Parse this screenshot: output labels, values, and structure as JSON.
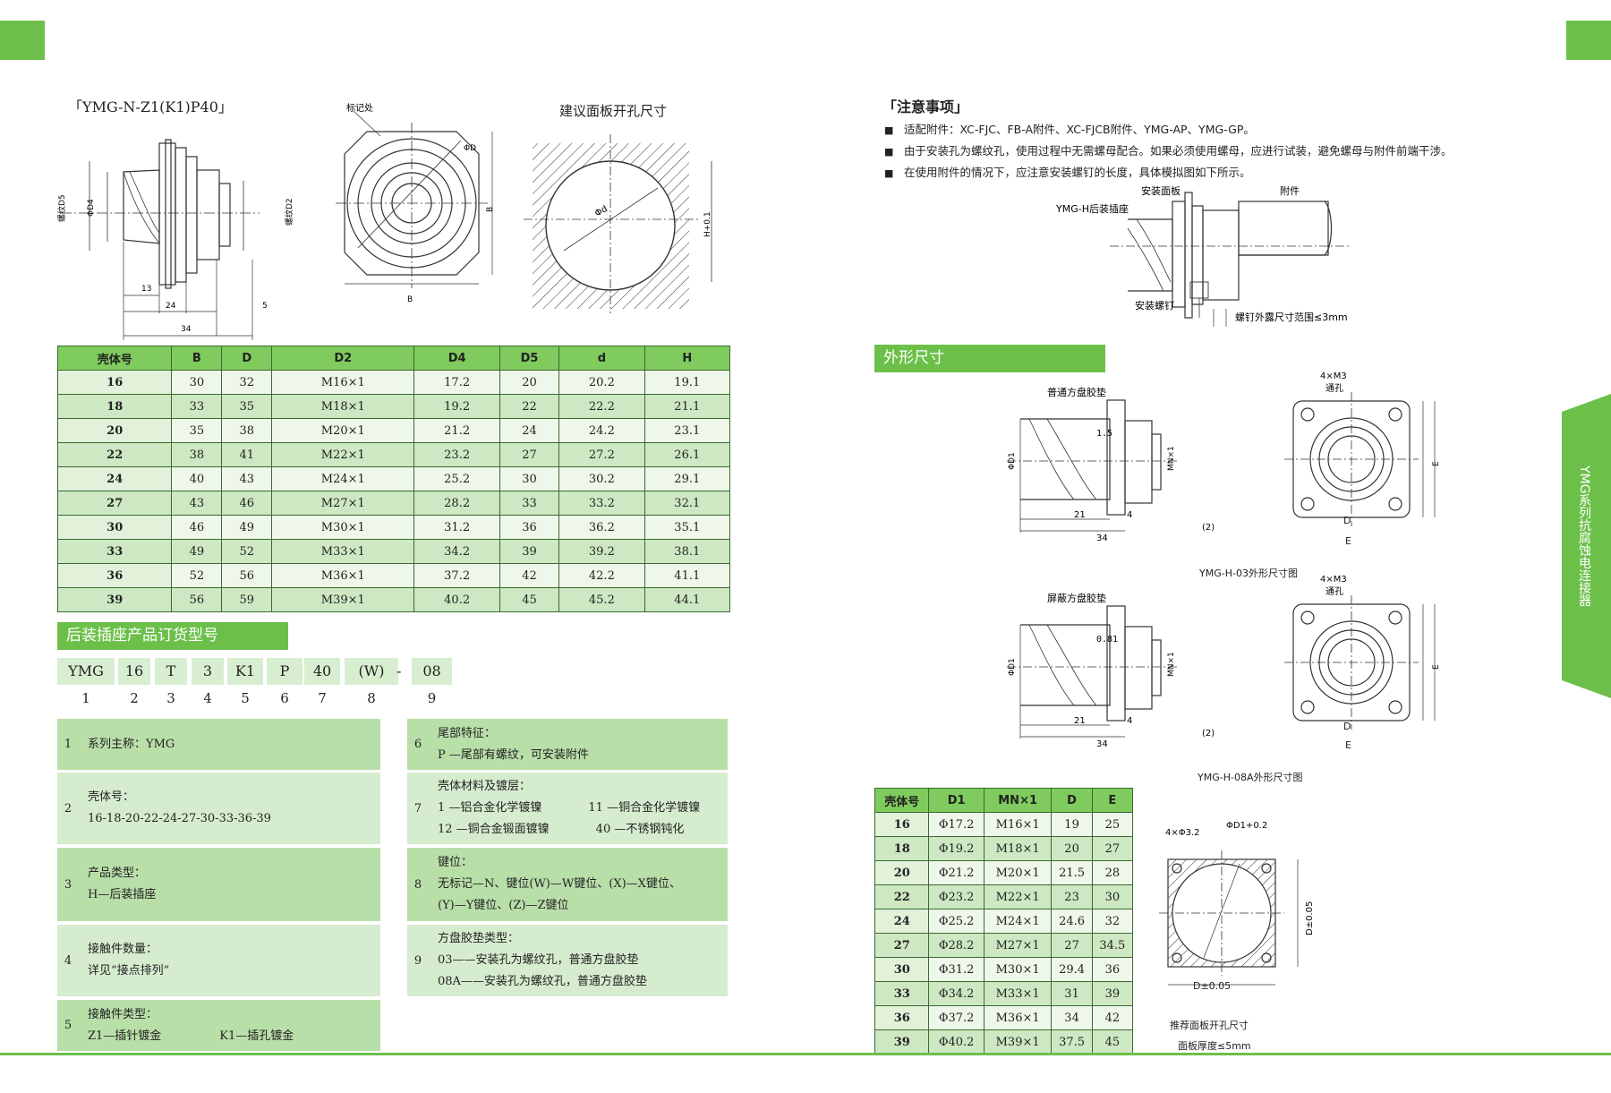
{
  "left": {
    "title": "「YMG-N-Z1(K1)P40」",
    "panel_title": "建议面板开孔尺寸",
    "drawing_labels": {
      "mark": "标记处",
      "phi_d": "ΦD",
      "thread_d5": "螺纹D5",
      "phi_d4": "ΦD4",
      "thread_d2": "螺纹D2",
      "dim13": "13",
      "dim24": "24",
      "dim5": "5",
      "dim34": "34",
      "dimB1": "B",
      "dimB2": "B",
      "phid": "Φd",
      "h_tol": "H+0.1"
    },
    "table": {
      "headers": [
        "壳体号",
        "B",
        "D",
        "D2",
        "D4",
        "D5",
        "d",
        "H"
      ],
      "rows": [
        [
          "16",
          "30",
          "32",
          "M16×1",
          "17.2",
          "20",
          "20.2",
          "19.1"
        ],
        [
          "18",
          "33",
          "35",
          "M18×1",
          "19.2",
          "22",
          "22.2",
          "21.1"
        ],
        [
          "20",
          "35",
          "38",
          "M20×1",
          "21.2",
          "24",
          "24.2",
          "23.1"
        ],
        [
          "22",
          "38",
          "41",
          "M22×1",
          "23.2",
          "27",
          "27.2",
          "26.1"
        ],
        [
          "24",
          "40",
          "43",
          "M24×1",
          "25.2",
          "30",
          "30.2",
          "29.1"
        ],
        [
          "27",
          "43",
          "46",
          "M27×1",
          "28.2",
          "33",
          "33.2",
          "32.1"
        ],
        [
          "30",
          "46",
          "49",
          "M30×1",
          "31.2",
          "36",
          "36.2",
          "35.1"
        ],
        [
          "33",
          "49",
          "52",
          "M33×1",
          "34.2",
          "39",
          "39.2",
          "38.1"
        ],
        [
          "36",
          "52",
          "56",
          "M36×1",
          "37.2",
          "42",
          "42.2",
          "41.1"
        ],
        [
          "39",
          "56",
          "59",
          "M39×1",
          "40.2",
          "45",
          "45.2",
          "44.1"
        ]
      ]
    },
    "order_title": "后装插座产品订货型号",
    "code": {
      "parts": [
        "YMG",
        "16",
        "T",
        "3",
        "K1",
        "P",
        "40",
        "(W)",
        "08"
      ],
      "dash": "-",
      "nums": [
        "1",
        "2",
        "3",
        "4",
        "5",
        "6",
        "7",
        "8",
        "9"
      ]
    },
    "specs_left": [
      {
        "num": "1",
        "lines": [
          "系列主称：YMG"
        ]
      },
      {
        "num": "2",
        "lines": [
          "壳体号：",
          "16-18-20-22-24-27-30-33-36-39"
        ]
      },
      {
        "num": "3",
        "lines": [
          "产品类型：",
          "H—后装插座"
        ]
      },
      {
        "num": "4",
        "lines": [
          "接触件数量：",
          "详见“接点排列”"
        ]
      },
      {
        "num": "5",
        "lines": [
          "接触件类型：",
          "Z1—插针镀金　　　　　K1—插孔镀金"
        ]
      }
    ],
    "specs_right": [
      {
        "num": "6",
        "lines": [
          "尾部特征：",
          "P —尾部有螺纹，可安装附件"
        ]
      },
      {
        "num": "7",
        "lines": [
          "壳体材料及镀层：",
          "1 —铝合金化学镀镍　　　　11 —铜合金化学镀镍",
          "12 —铜合金锻面镀镍　　　　40 —不锈钢钝化"
        ]
      },
      {
        "num": "8",
        "lines": [
          "键位：",
          "无标记—N、键位(W)—W键位、(X)—X键位、",
          "(Y)—Y键位、(Z)—Z键位"
        ]
      },
      {
        "num": "9",
        "lines": [
          "方盘胶垫类型：",
          "03——安装孔为螺纹孔，普通方盘胶垫",
          "08A——安装孔为螺纹孔，普通方盘胶垫"
        ]
      }
    ]
  },
  "right": {
    "notice_title": "「注意事项」",
    "notices": [
      "适配附件：XC-FJC、FB-A附件、XC-FJCB附件、YMG-AP、YMG-GP。",
      "由于安装孔为螺纹孔，使用过程中无需螺母配合。如果必须使用螺母，应进行试装，避免螺母与附件前端干涉。",
      "在使用附件的情况下，应注意安装螺钉的长度，具体模拟图如下所示。"
    ],
    "assembly_labels": {
      "socket": "YMG-H后装插座",
      "panel": "安装面板",
      "accessory": "附件",
      "screw": "安装螺钉",
      "exposure": "螺钉外露尺寸范围≤3mm"
    },
    "dims_title": "外形尺寸",
    "fig1": {
      "gasket": "普通方盘胶垫",
      "holes": "4×M3",
      "through": "通孔",
      "d1": "ΦD1",
      "dim15": "1.5",
      "mn": "MN×1",
      "d21": "21",
      "d4": "4",
      "d34": "34",
      "d2": "(2)",
      "D": "D",
      "E": "E",
      "E2": "E",
      "caption": "YMG-H-03外形尺寸图"
    },
    "fig2": {
      "gasket": "屏蔽方盘胶垫",
      "holes": "4×M3",
      "through": "通孔",
      "d1": "ΦD1",
      "dim081": "0.81",
      "mn": "MN×1",
      "d21": "21",
      "d4": "4",
      "d34": "34",
      "d2": "(2)",
      "D": "D",
      "E": "E",
      "E2": "E",
      "caption": "YMG-H-08A外形尺寸图"
    },
    "table": {
      "headers": [
        "壳体号",
        "D1",
        "MN×1",
        "D",
        "E"
      ],
      "rows": [
        [
          "16",
          "Φ17.2",
          "M16×1",
          "19",
          "25"
        ],
        [
          "18",
          "Φ19.2",
          "M18×1",
          "20",
          "27"
        ],
        [
          "20",
          "Φ21.2",
          "M20×1",
          "21.5",
          "28"
        ],
        [
          "22",
          "Φ23.2",
          "M22×1",
          "23",
          "30"
        ],
        [
          "24",
          "Φ25.2",
          "M24×1",
          "24.6",
          "32"
        ],
        [
          "27",
          "Φ28.2",
          "M27×1",
          "27",
          "34.5"
        ],
        [
          "30",
          "Φ31.2",
          "M30×1",
          "29.4",
          "36"
        ],
        [
          "33",
          "Φ34.2",
          "M33×1",
          "31",
          "39"
        ],
        [
          "36",
          "Φ37.2",
          "M36×1",
          "34",
          "42"
        ],
        [
          "39",
          "Φ40.2",
          "M39×1",
          "37.5",
          "45"
        ]
      ]
    },
    "cutout": {
      "holes": "4×Φ3.2",
      "d1": "ΦD1+0.2",
      "dtol": "D±0.05",
      "dtol2": "D±0.05",
      "caption": "推荐面板开孔尺寸",
      "thickness": "面板厚度≤5mm"
    },
    "side_tab": "YMG系列抗腐蚀电连接器"
  },
  "colors": {
    "accent": "#6cc04a",
    "row_dark": "#cde8c2",
    "row_light": "#eef7ea",
    "header": "#7fcb5d"
  }
}
